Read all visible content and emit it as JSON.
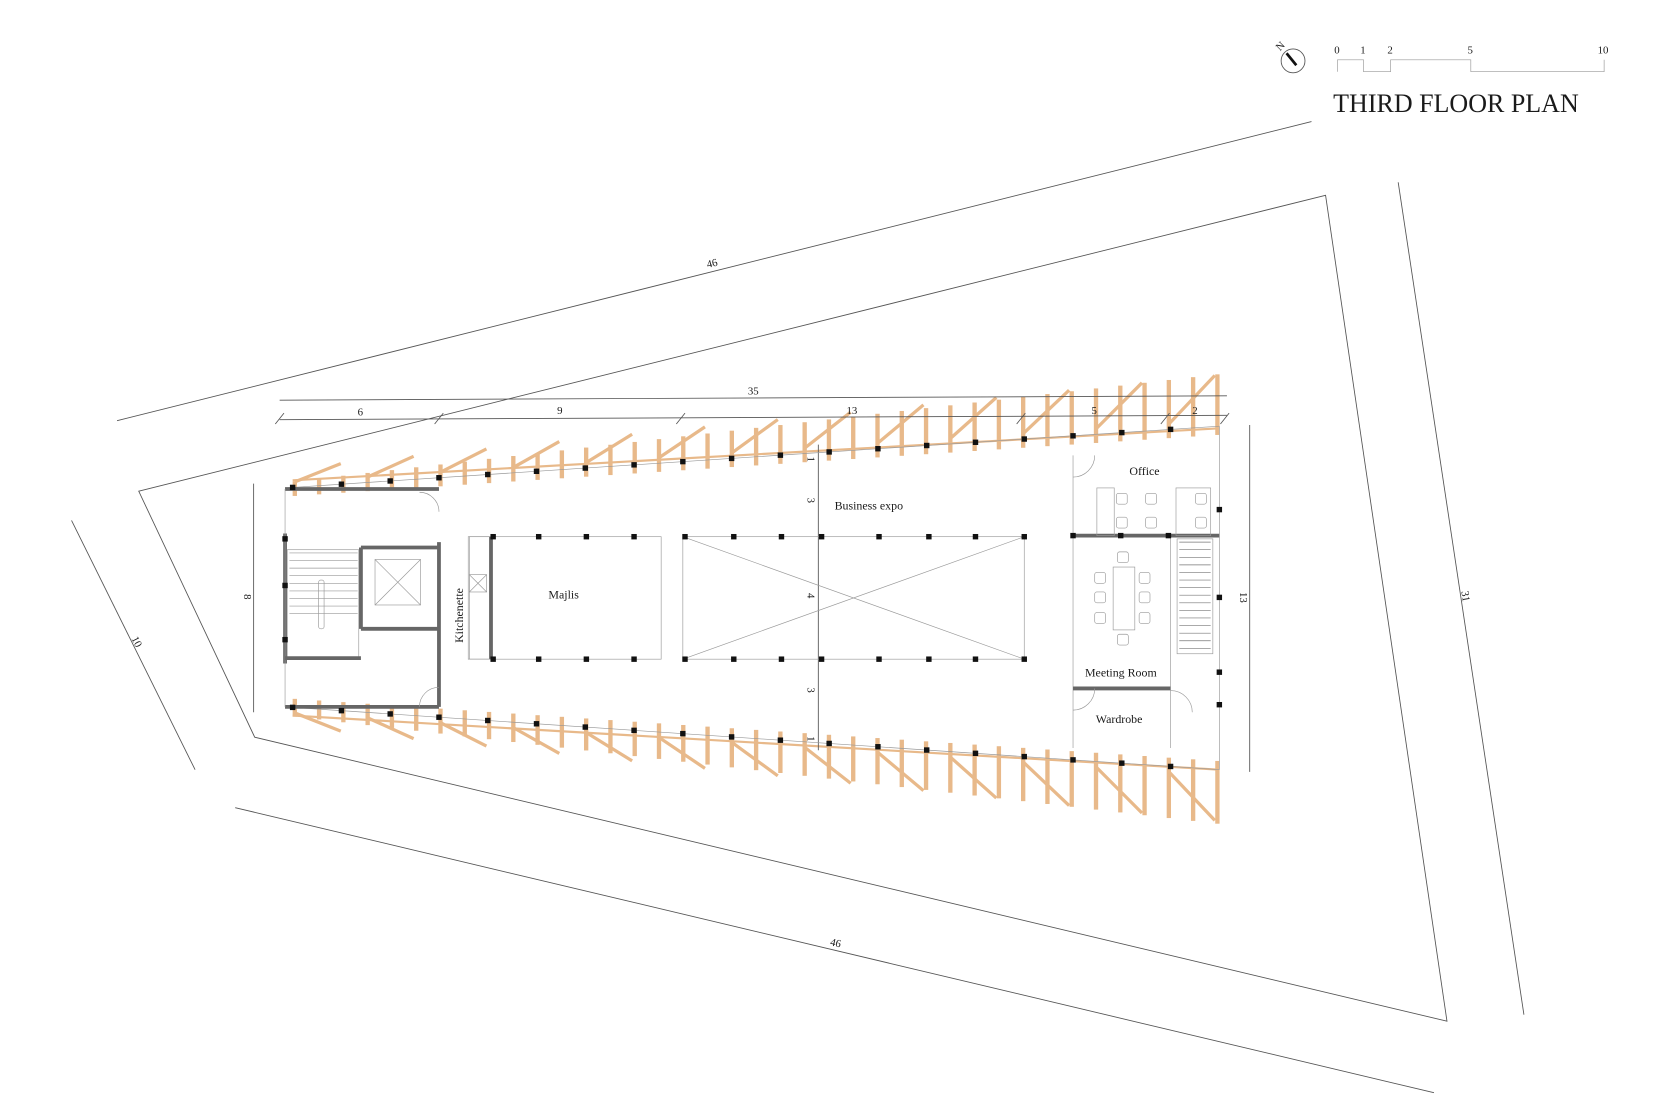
{
  "title": "THIRD FLOOR PLAN",
  "north_arrow": {
    "label": "N"
  },
  "scale_bar": {
    "labels": [
      "0",
      "1",
      "2",
      "5",
      "10"
    ]
  },
  "site_dimensions": {
    "top": "46",
    "right": "31",
    "bottom": "46",
    "left": "10"
  },
  "building_dimensions": {
    "overall_length": "35",
    "segments": [
      "6",
      "9",
      "13",
      "5",
      "2"
    ],
    "left_width": "8",
    "right_width": "13",
    "middle": [
      "1",
      "3",
      "4",
      "3",
      "1"
    ]
  },
  "rooms": {
    "business_expo": "Business expo",
    "majlis": "Majlis",
    "kitchenette": "Kitchenette",
    "office": "Office",
    "meeting_room": "Meeting Room",
    "wardrobe": "Wardrobe"
  },
  "colors": {
    "timber": "#e8b98a",
    "column": "#111111",
    "wall": "#666666"
  }
}
